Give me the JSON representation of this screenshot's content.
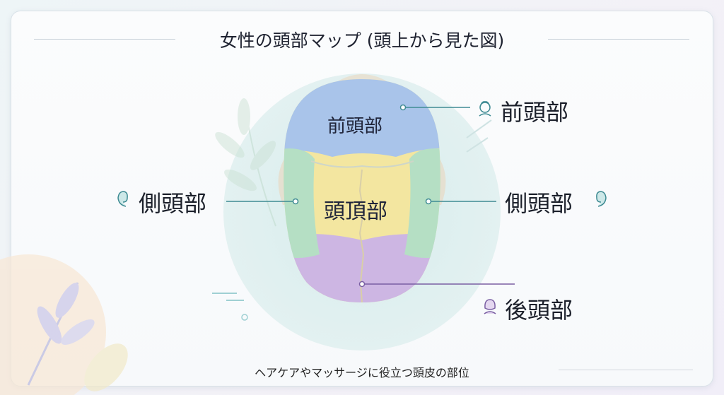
{
  "title": "女性の頭部マップ (頭上から見た図)",
  "subtitle": "ヘアケアやマッサージに役立つ頭皮の部位",
  "regions": {
    "frontal_inner": "前頭部",
    "parietal_inner": "頭頂部",
    "frontal_label": "前頭部",
    "temporal_left_label": "側頭部",
    "temporal_right_label": "側頭部",
    "occipital_label": "後頭部"
  },
  "colors": {
    "frontal": "#a9c4ea",
    "parietal": "#f3e6a0",
    "temporal": "#b5dfc4",
    "occipital": "#cdb6e3",
    "leader_teal": "#3f8b93",
    "leader_purple": "#7a5fa3"
  }
}
